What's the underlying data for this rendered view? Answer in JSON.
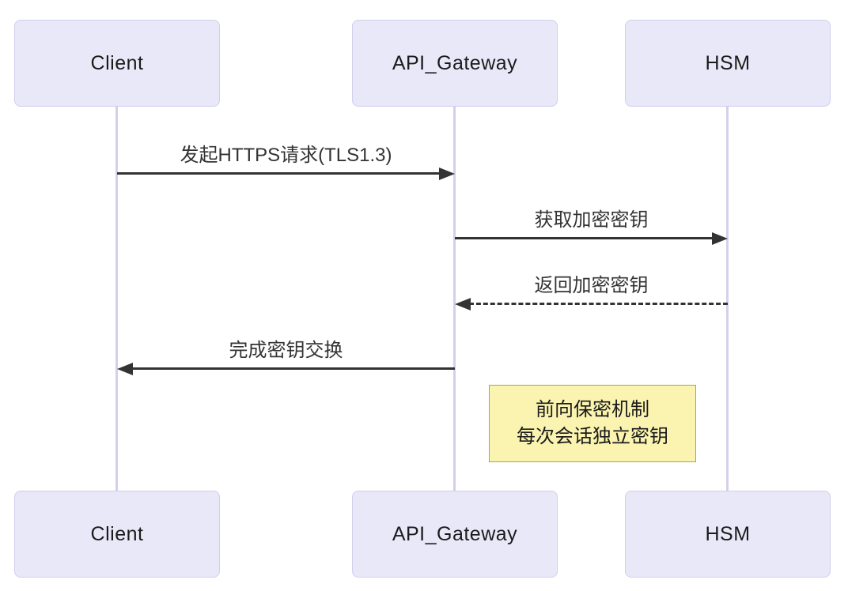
{
  "diagram": {
    "type": "sequence",
    "actors": [
      {
        "id": "client",
        "label": "Client"
      },
      {
        "id": "api_gateway",
        "label": "API_Gateway"
      },
      {
        "id": "hsm",
        "label": "HSM"
      }
    ],
    "messages": [
      {
        "from": "Client",
        "to": "API_Gateway",
        "label": "发起HTTPS请求(TLS1.3)",
        "line": "solid",
        "direction": "right"
      },
      {
        "from": "API_Gateway",
        "to": "HSM",
        "label": "获取加密密钥",
        "line": "solid",
        "direction": "right"
      },
      {
        "from": "HSM",
        "to": "API_Gateway",
        "label": "返回加密密钥",
        "line": "dashed",
        "direction": "left"
      },
      {
        "from": "API_Gateway",
        "to": "Client",
        "label": "完成密钥交换",
        "line": "solid",
        "direction": "left"
      }
    ],
    "note": {
      "lines": [
        "前向保密机制",
        "每次会话独立密钥"
      ]
    }
  },
  "colors": {
    "background": "#FFFFFF",
    "actor_fill": "#E9E8F8",
    "actor_border": "#D2CEEC",
    "lifeline": "#D5CFE9",
    "arrow": "#333333",
    "actor_text": "#1B1B1B",
    "message_text": "#333333",
    "note_fill": "#FBF4B0",
    "note_border": "#AAAA33"
  }
}
